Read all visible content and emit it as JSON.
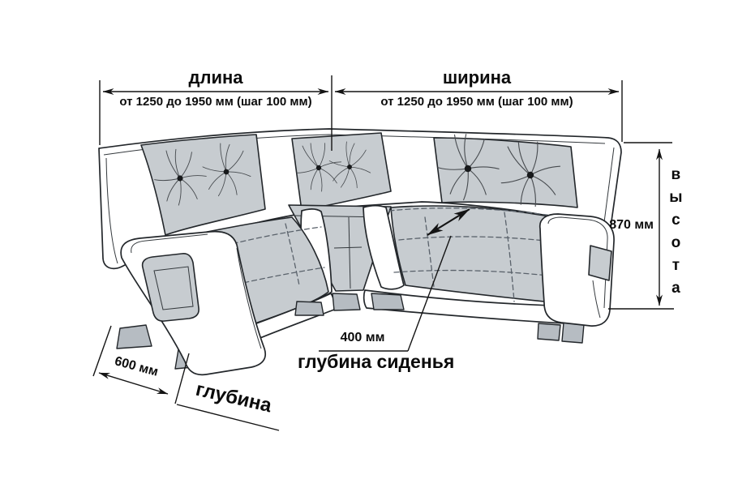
{
  "diagram": {
    "subject": "corner-sofa-dimension-scheme",
    "dimensions": {
      "length": {
        "label": "длина",
        "range": "от 1250 до 1950 мм (шаг 100 мм)"
      },
      "width": {
        "label": "ширина",
        "range": "от 1250 до 1950 мм (шаг 100 мм)"
      },
      "height": {
        "label": "высота",
        "value": "870 мм"
      },
      "seat_depth": {
        "label": "глубина сиденья",
        "value": "400 мм"
      },
      "depth": {
        "label": "глубина",
        "value": "600 мм"
      }
    },
    "colors": {
      "upholstery_gray": "#c7ccd0",
      "frame_white": "#ffffff",
      "leg_gray": "#b6bcc2",
      "button_dark": "#17191b",
      "line": "#23272b",
      "text": "#0b0b0b"
    }
  }
}
